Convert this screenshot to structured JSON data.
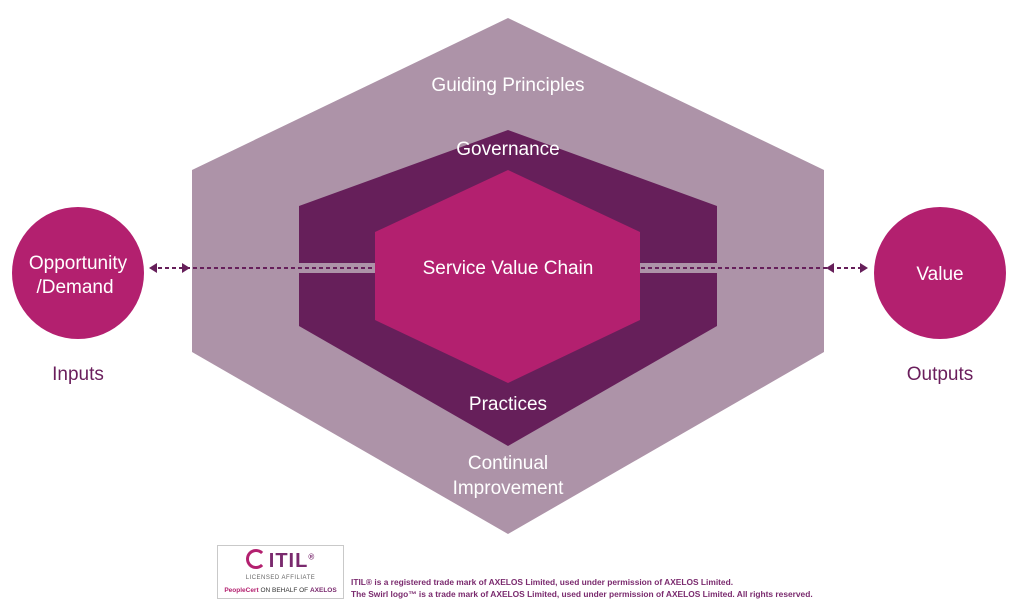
{
  "diagram": {
    "guiding_principles": "Guiding Principles",
    "governance": "Governance",
    "service_value_chain": "Service Value Chain",
    "practices": "Practices",
    "continual_improvement": [
      "Continual",
      "Improvement"
    ],
    "opportunity_demand": [
      "Opportunity",
      "/Demand"
    ],
    "value": "Value",
    "inputs": "Inputs",
    "outputs": "Outputs"
  },
  "colors": {
    "outer_hexagon": "#ad93a8",
    "middle_hexagon": "#661f5a",
    "inner_hexagon": "#b3206f",
    "circle": "#b3206f",
    "caption_text": "#6a1e5c",
    "connector": "#661f5a"
  },
  "logo": {
    "brand": "ITIL",
    "trademark": "®",
    "subtitle": "LICENSED AFFILIATE",
    "peoplecert": "PeopleCert",
    "on_behalf": "ON BEHALF OF",
    "axelos": "AXELOS",
    "swirl_icon": "itil-swirl-icon"
  },
  "notice": {
    "line1": "ITIL® is a registered trade mark of AXELOS Limited, used under permission of AXELOS Limited.",
    "line2": "The Swirl logo™ is a trade mark of AXELOS Limited, used under permission of AXELOS Limited. All rights reserved."
  }
}
